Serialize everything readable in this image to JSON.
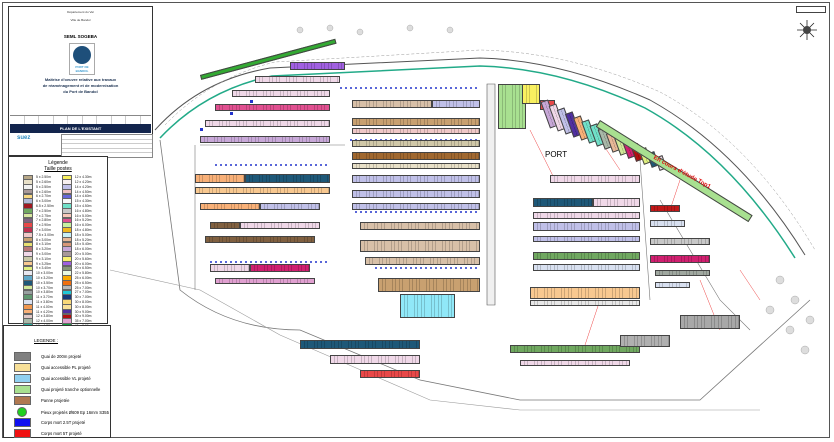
{
  "title_block": {
    "department": "Département du Var",
    "town": "Ville de Bandol",
    "organization": "SEML SOGEBA",
    "logo_text": "PORT DE BANDOL",
    "description": [
      "Maîtrise d'oeuvre relative aux travaux",
      "de réaménagement et de modernisation",
      "du Port de Bandol"
    ],
    "plan_title": "PLAN DE L'EXISTANT",
    "company": "suez"
  },
  "berth_legend": {
    "title": "Légende",
    "subtitle": "Taille postes",
    "left": [
      {
        "label": "5 x 2.50m",
        "color": "#b8a888"
      },
      {
        "label": "5 x 2.60m",
        "color": "#e8e0c8"
      },
      {
        "label": "5 x 2.50m",
        "color": "#f0f0f0"
      },
      {
        "label": "6 x 2.60m",
        "color": "#a89898"
      },
      {
        "label": "6 x 2.70m",
        "color": "#f8d880"
      },
      {
        "label": "6 x 3.00m",
        "color": "#b0b8d8"
      },
      {
        "label": "6.5 x 2.50m",
        "color": "#a01820"
      },
      {
        "label": "7 x 2.50m",
        "color": "#70a860"
      },
      {
        "label": "7 x 2.75m",
        "color": "#d8e8a0"
      },
      {
        "label": "7 x 2.80m",
        "color": "#806080"
      },
      {
        "label": "7 x 2.90m",
        "color": "#e84848"
      },
      {
        "label": "7 x 3.00m",
        "color": "#c03050"
      },
      {
        "label": "7.5 x 3.00m",
        "color": "#f0c8c8"
      },
      {
        "label": "8 x 3.00m",
        "color": "#c8a070"
      },
      {
        "label": "8 x 3.10m",
        "color": "#e8e070"
      },
      {
        "label": "8 x 3.20m",
        "color": "#b87878"
      },
      {
        "label": "9 x 3.00m",
        "color": "#f0d8e8"
      },
      {
        "label": "9 x 3.10m",
        "color": "#c8c8a8"
      },
      {
        "label": "9 x 3.25m",
        "color": "#f8c890"
      },
      {
        "label": "9 x 3.40m",
        "color": "#e0f080"
      },
      {
        "label": "10 x 3.00m",
        "color": "#e8e8f0"
      },
      {
        "label": "10 x 3.20m",
        "color": "#60a8c8"
      },
      {
        "label": "10 x 3.50m",
        "color": "#1e5878"
      },
      {
        "label": "10 x 3.70m",
        "color": "#d0e898"
      },
      {
        "label": "10 x 3.80m",
        "color": "#98a0a0"
      },
      {
        "label": "11 x 3.70m",
        "color": "#609870"
      },
      {
        "label": "11 x 3.80m",
        "color": "#d8e0f0"
      },
      {
        "label": "11 x 4.00m",
        "color": "#f09850"
      },
      {
        "label": "11 x 4.20m",
        "color": "#f8b078"
      },
      {
        "label": "12 x 3.80m",
        "color": "#e0c8c8"
      },
      {
        "label": "12 x 4.00m",
        "color": "#a8b8a8"
      },
      {
        "label": "12 x 4.20m",
        "color": "#20b0a0"
      },
      {
        "label": "12 x 4.20m",
        "color": "#d02070"
      }
    ],
    "right": [
      {
        "label": "12 x 4.30m",
        "color": "#f8f060"
      },
      {
        "label": "12 x 4.20m",
        "color": "#f8f0f0"
      },
      {
        "label": "14 x 4.20m",
        "color": "#c0c0e8"
      },
      {
        "label": "14 x 4.50m",
        "color": "#f0c0c0"
      },
      {
        "label": "14 x 4.60m",
        "color": "#6868d8"
      },
      {
        "label": "15 x 4.30m",
        "color": "#f8f8f8"
      },
      {
        "label": "15 x 4.50m",
        "color": "#70e0c8"
      },
      {
        "label": "16 x 4.80m",
        "color": "#c8c8c8"
      },
      {
        "label": "16 x 5.00m",
        "color": "#f8c8b8"
      },
      {
        "label": "16 x 5.20m",
        "color": "#e05090"
      },
      {
        "label": "16 x 6.00m",
        "color": "#c8f0a0"
      },
      {
        "label": "18 x 4.80m",
        "color": "#f0b820"
      },
      {
        "label": "18 x 5.00m",
        "color": "#c8f0f8"
      },
      {
        "label": "18 x 5.20m",
        "color": "#e8b898"
      },
      {
        "label": "18 x 5.40m",
        "color": "#d89878"
      },
      {
        "label": "18 x 6.00m",
        "color": "#c8a8d8"
      },
      {
        "label": "20 x 5.00m",
        "color": "#a89898"
      },
      {
        "label": "20 x 5.60m",
        "color": "#f8f070"
      },
      {
        "label": "20 x 6.00m",
        "color": "#a060e0"
      },
      {
        "label": "20 x 6.50m",
        "color": "#889878"
      },
      {
        "label": "22 x 5.80m",
        "color": "#e8f8e0"
      },
      {
        "label": "25 x 6.00m",
        "color": "#f8a800"
      },
      {
        "label": "25 x 6.50m",
        "color": "#f07010"
      },
      {
        "label": "25 x 7.00m",
        "color": "#b8b8b8"
      },
      {
        "label": "27 x 7.00m",
        "color": "#20c8d8"
      },
      {
        "label": "30 x 7.00m",
        "color": "#183878"
      },
      {
        "label": "30 x 8.00m",
        "color": "#f8d878"
      },
      {
        "label": "30 x 8.00m",
        "color": "#f8e098"
      },
      {
        "label": "30 x 9.00m",
        "color": "#5030a0"
      },
      {
        "label": "30 x 9.00m",
        "color": "#b01010"
      },
      {
        "label": "35 x 7.00m",
        "color": "#e0a0d0"
      },
      {
        "label": "40 x 8.00m",
        "color": "#10a040"
      },
      {
        "label": "40 x 9.00m",
        "color": "#b8f020"
      }
    ]
  },
  "works_legend": {
    "title": "LEGENDE :",
    "items": [
      {
        "label": "Quai de 200m projeté",
        "color": "#808080",
        "shape": "square"
      },
      {
        "label": "Quai accessible PL projeté",
        "color": "#f8e098",
        "shape": "square"
      },
      {
        "label": "Quai accessible VL projeté",
        "color": "#90d0f0",
        "shape": "square"
      },
      {
        "label": "Quai projeté tranche optionnelle",
        "color": "#a8e090",
        "shape": "square"
      },
      {
        "label": "Panne projetée",
        "color": "#b07850",
        "shape": "square"
      },
      {
        "label": "Pieux projetés Ø609 Ep 16mm S355",
        "color": "#20d020",
        "shape": "circle"
      },
      {
        "label": "Corps mort 2.5T projeté",
        "color": "#1010f0",
        "shape": "square"
      },
      {
        "label": "Corps mort 5T projeté",
        "color": "#f01010",
        "shape": "square"
      }
    ]
  },
  "map": {
    "port_label": "PORT",
    "study_label": "En cours d'étude Top1"
  }
}
